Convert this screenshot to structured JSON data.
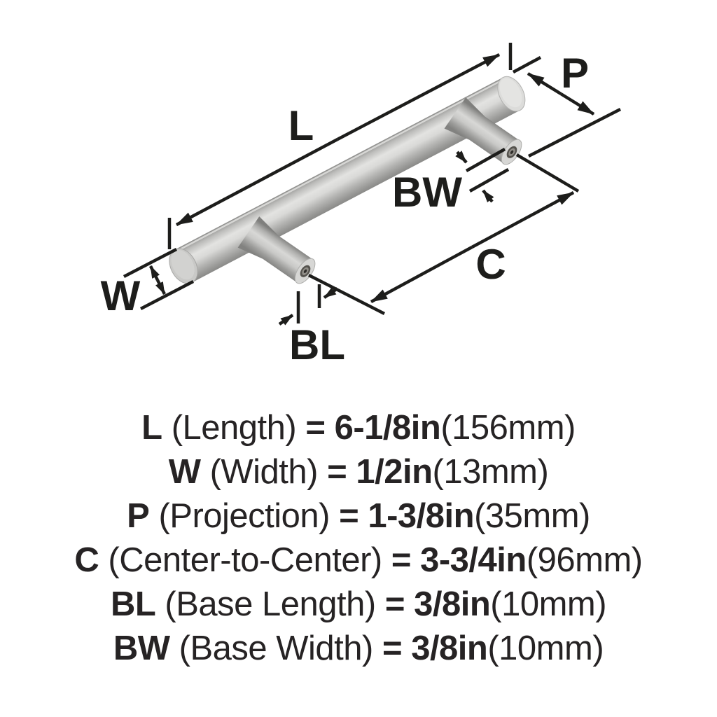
{
  "diagram": {
    "labels": {
      "L": "L",
      "W": "W",
      "P": "P",
      "C": "C",
      "BL": "BL",
      "BW": "BW"
    }
  },
  "specs": [
    {
      "symbol": "L",
      "name": "(Length)",
      "eq": "=",
      "inches": "6-1/8in",
      "metric": "(156mm)"
    },
    {
      "symbol": "W",
      "name": "(Width)",
      "eq": "=",
      "inches": "1/2in",
      "metric": "(13mm)"
    },
    {
      "symbol": "P",
      "name": "(Projection)",
      "eq": "=",
      "inches": "1-3/8in",
      "metric": "(35mm)"
    },
    {
      "symbol": "C",
      "name": "(Center-to-Center)",
      "eq": "=",
      "inches": "3-3/4in",
      "metric": "(96mm)"
    },
    {
      "symbol": "BL",
      "name": "(Base Length)",
      "eq": "=",
      "inches": "3/8in",
      "metric": "(10mm)"
    },
    {
      "symbol": "BW",
      "name": "(Base Width)",
      "eq": "=",
      "inches": "3/8in",
      "metric": "(10mm)"
    }
  ],
  "colors": {
    "dimension_line": "#1d1d1b",
    "text": "#262324",
    "metal_highlight": "#e3e3e1",
    "metal_base": "#c6c6c4",
    "metal_shadow": "#8a8a88",
    "background": "#ffffff"
  }
}
